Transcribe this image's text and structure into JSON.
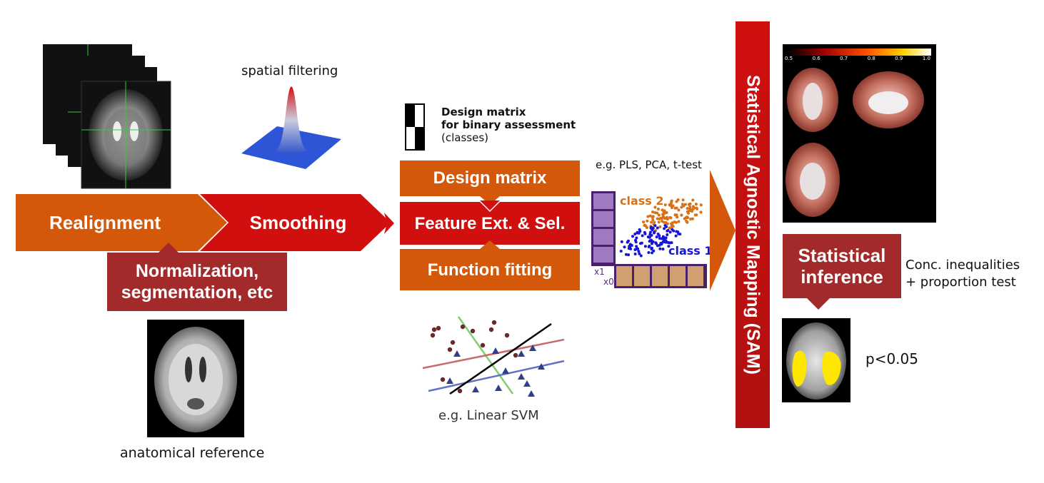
{
  "pipeline": {
    "realignment": "Realignment",
    "smoothing": "Smoothing",
    "normalization_line1": "Normalization,",
    "normalization_line2": "segmentation, etc",
    "spatial_filtering": "spatial filtering",
    "anatomical_reference": "anatomical reference"
  },
  "design": {
    "title_line1": "Design matrix",
    "title_line2": "for binary assessment",
    "title_line3": "(classes)",
    "design_matrix": "Design matrix",
    "feature_ext": "Feature Ext. & Sel.",
    "function_fitting": "Function fitting",
    "eg_methods": "e.g. PLS, PCA, t-test",
    "eg_svm": "e.g. Linear SVM",
    "class2": "class 2",
    "class1": "class 1",
    "x1": "x1",
    "x0": "x0"
  },
  "sam": {
    "label": "Statistical Agnostic Mapping (SAM)",
    "colorbar_ticks": [
      "0.5",
      "0.6",
      "0.7",
      "0.8",
      "0.9",
      "1.0"
    ],
    "statistical_line1": "Statistical",
    "statistical_line2": "inference",
    "conc_line1": "Conc. inequalities",
    "conc_line2": "+ proportion test",
    "pvalue": "p<0.05"
  },
  "colors": {
    "orange": "#d4580a",
    "red": "#d10f0f",
    "dark_red": "#a32a2a",
    "class1": "#1515d8",
    "class2": "#d97116"
  }
}
